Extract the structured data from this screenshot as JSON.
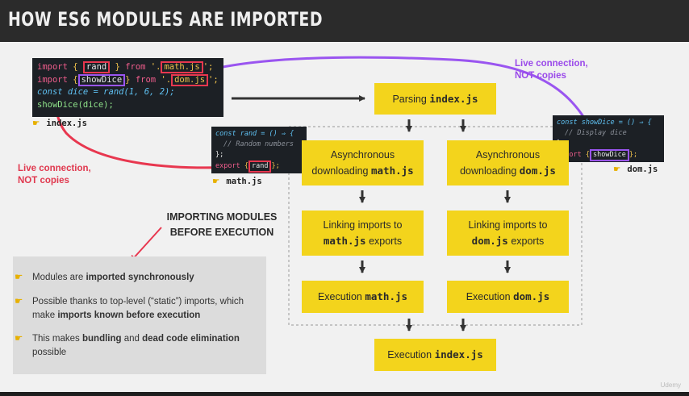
{
  "title": "HOW ES6 MODULES ARE IMPORTED",
  "index_code": {
    "l1_import": "import",
    "l1_rand": "rand",
    "l1_from": "from",
    "l1_path": "math.js",
    "l2_import": "import",
    "l2_show": "showDice",
    "l2_from": "from",
    "l2_path": "dom.js",
    "l3": "const dice = rand(1, 6, 2);",
    "l4": "showDice(dice);"
  },
  "math_code": {
    "l1": "const rand = () ⇒ {",
    "l2": "// Random numbers",
    "l3": "};",
    "l4_export": "export",
    "l4_rand": "rand"
  },
  "dom_code": {
    "l1": "const showDice = () ⇒ {",
    "l2": "// Display dice",
    "l3": "};",
    "l4_export": "export",
    "l4_show": "showDice"
  },
  "files": {
    "index": "index.js",
    "math": "math.js",
    "dom": "dom.js"
  },
  "live_connection_left": [
    "Live connection,",
    "NOT copies"
  ],
  "live_connection_right": [
    "Live connection,",
    "NOT copies"
  ],
  "flow": {
    "parsing": "Parsing",
    "parsing_file": "index.js",
    "async_math": "Asynchronous",
    "async_math_2": "downloading",
    "async_math_file": "math.js",
    "async_dom": "Asynchronous",
    "async_dom_2": "downloading",
    "async_dom_file": "dom.js",
    "link_math": "Linking imports to",
    "link_math_file": "math.js",
    "link_math_end": "exports",
    "link_dom": "Linking imports to",
    "link_dom_file": "dom.js",
    "link_dom_end": "exports",
    "exec_math": "Execution",
    "exec_math_file": "math.js",
    "exec_dom": "Execution",
    "exec_dom_file": "dom.js",
    "exec_index": "Execution",
    "exec_index_file": "index.js"
  },
  "heading": [
    "IMPORTING MODULES",
    "BEFORE EXECUTION"
  ],
  "bullets": {
    "b1": {
      "a": "Modules are ",
      "b": "imported synchronously"
    },
    "b2": {
      "a": "Possible thanks to top-level (“static”) imports, which make ",
      "b": "imports known before execution"
    },
    "b3": {
      "a": "This makes ",
      "b": "bundling",
      "c": " and ",
      "d": "dead code elimination",
      "e": " possible"
    }
  },
  "watermark": "Udemy",
  "colors": {
    "accent_yellow": "#f3d41c",
    "header_bg": "#2b2b2b",
    "live_red": "#e0384e",
    "live_purple": "#9a49ea"
  }
}
